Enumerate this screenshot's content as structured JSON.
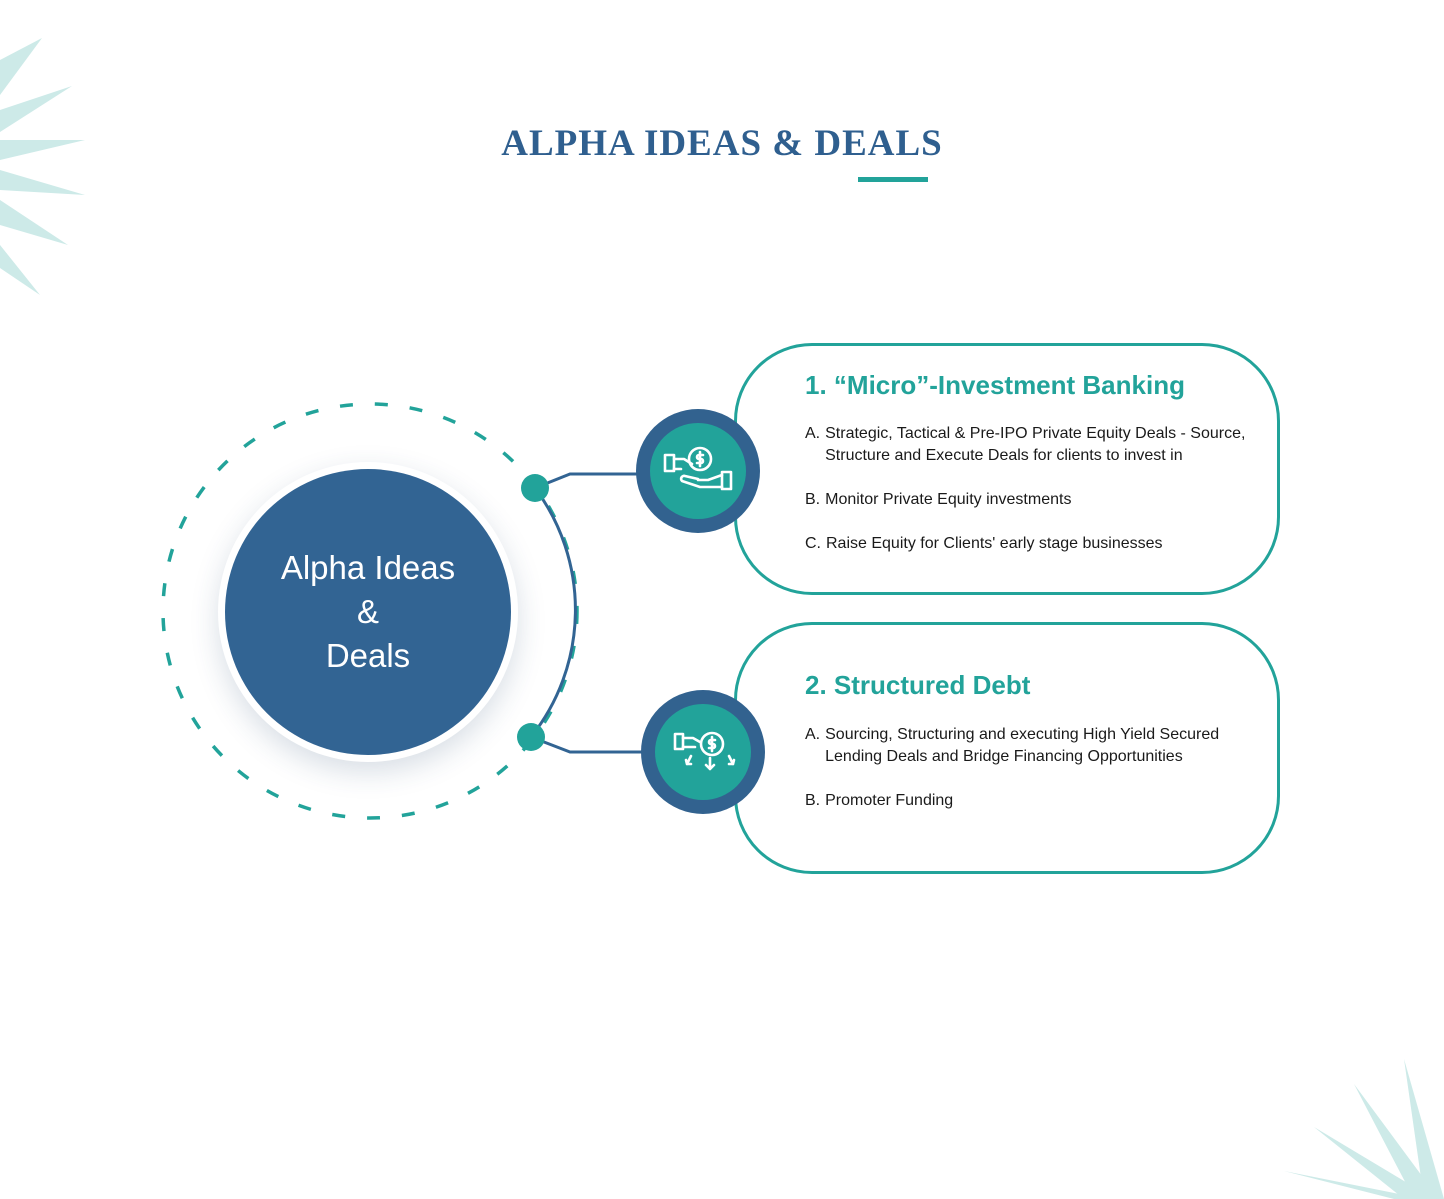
{
  "title": "ALPHA IDEAS & DEALS",
  "hub": {
    "line1": "Alpha Ideas",
    "line2": "&",
    "line3": "Deals"
  },
  "cards": [
    {
      "number": "1.",
      "title": "“Micro”-Investment Banking",
      "icon": "hand-receiving-money-icon",
      "items": [
        {
          "letter": "A.",
          "text": "Strategic, Tactical & Pre-IPO Private Equity Deals - Source, Structure and Execute Deals for clients to invest in"
        },
        {
          "letter": "B.",
          "text": "Monitor Private Equity investments"
        },
        {
          "letter": "C.",
          "text": "Raise Equity for Clients' early stage businesses"
        }
      ]
    },
    {
      "number": "2.",
      "title": "Structured Debt",
      "icon": "money-lending-icon",
      "items": [
        {
          "letter": "A.",
          "text": "Sourcing, Structuring and executing High Yield Secured Lending Deals and Bridge Financing Opportunities"
        },
        {
          "letter": "B.",
          "text": "Promoter Funding"
        }
      ]
    }
  ],
  "colors": {
    "navy": "#326493",
    "teal": "#22a39a",
    "deco": "#cdeae8"
  }
}
